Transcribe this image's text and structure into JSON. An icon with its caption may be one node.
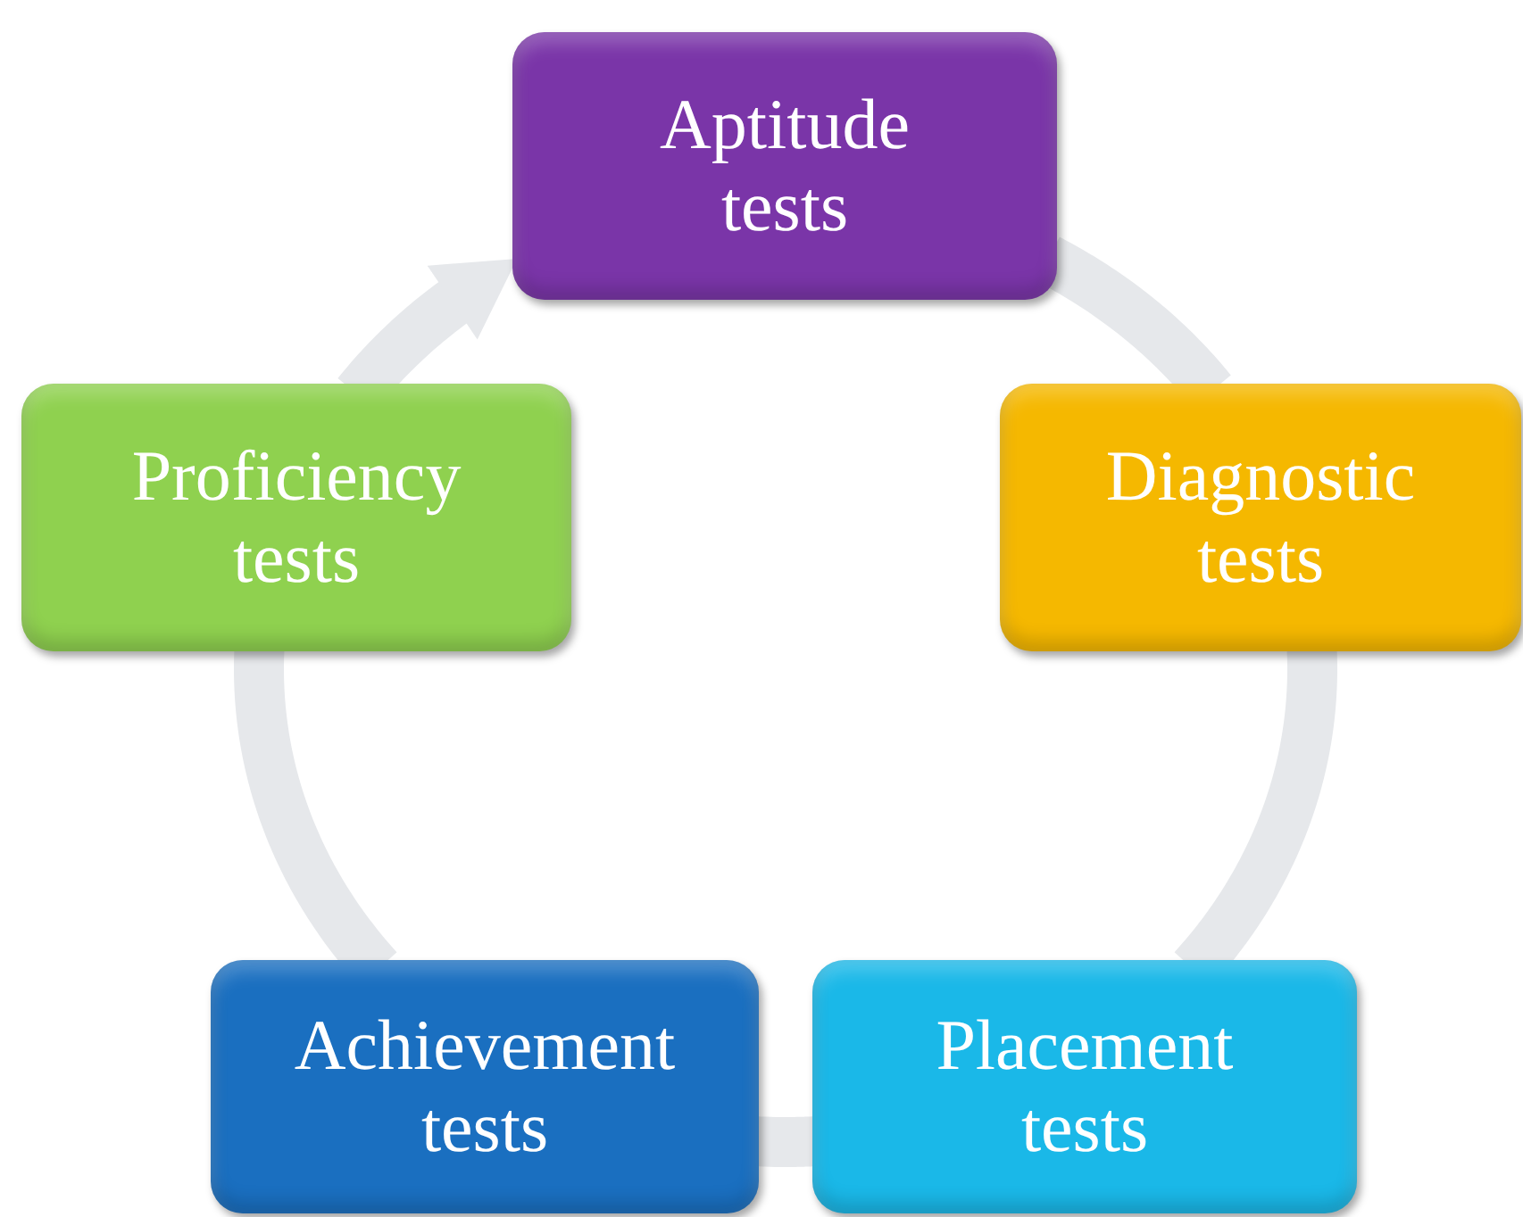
{
  "diagram": {
    "nodes": [
      {
        "text": [
          "Aptitude tests"
        ]
      },
      {
        "text": [
          "Diagnostic tests"
        ]
      },
      {
        "text": [
          "Placement tests"
        ]
      },
      {
        "text": [
          "Achievement tests"
        ]
      },
      {
        "text": [
          "Proficiency tests"
        ]
      }
    ],
    "edges": [
      {
        "from": 0,
        "to": 1,
        "arrow": "none"
      },
      {
        "from": 1,
        "to": 2,
        "arrow": "none"
      },
      {
        "from": 2,
        "to": 3,
        "arrow": "none"
      },
      {
        "from": 3,
        "to": 4,
        "arrow": "none"
      },
      {
        "from": 4,
        "to": 0,
        "arrow": "to"
      }
    ]
  }
}
